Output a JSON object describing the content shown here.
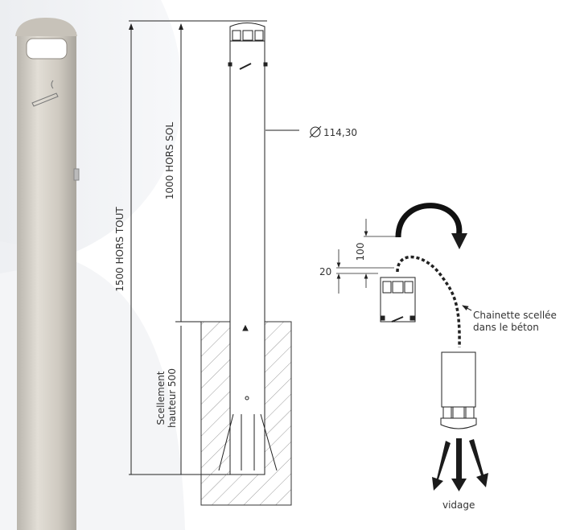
{
  "labels": {
    "total_height": "1500 HORS TOUT",
    "above_ground": "1000 HORS SOL",
    "diameter": "114,30",
    "sealing_line1": "Scellement",
    "sealing_line2": "hauteur 500",
    "dim_100": "100",
    "dim_20": "20",
    "chain_line1": "Chainette scellée",
    "chain_line2": "dans le béton",
    "emptying": "vidage"
  }
}
